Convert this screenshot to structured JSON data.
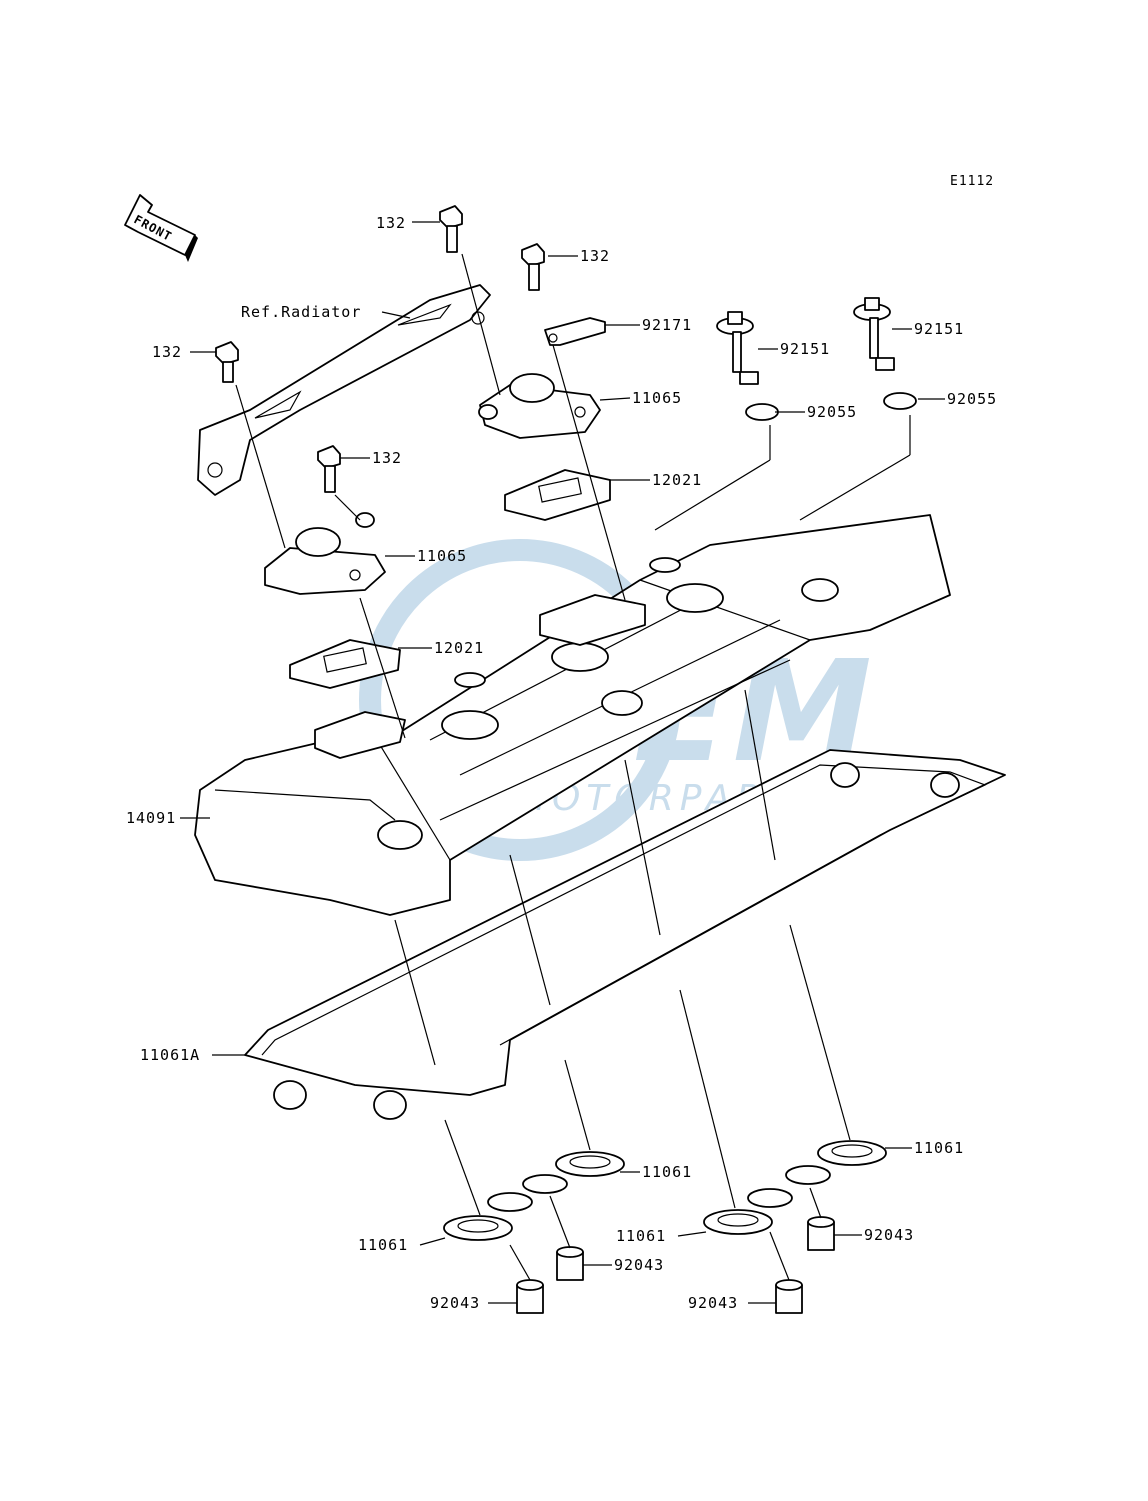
{
  "diagram_code": "E1112",
  "front_arrow_text": "FRONT",
  "watermark": {
    "logo": "OEM",
    "tagline": "MOTORPARTS"
  },
  "labels": {
    "bolt_top": "132",
    "bolt_mid": "132",
    "bolt_left": "132",
    "bolt_small": "132",
    "ref_radiator": "Ref.Radiator",
    "clamp": "92171",
    "bolt_a": "92151",
    "bolt_b": "92151",
    "cap_upper": "11065",
    "cap_lower": "11065",
    "washer_a": "92055",
    "washer_b": "92055",
    "plate_upper": "12021",
    "plate_lower": "12021",
    "cover": "14091",
    "gasket": "11061A",
    "seal_a": "11061",
    "seal_b": "11061",
    "seal_c": "11061",
    "seal_d": "11061",
    "collar_a": "92043",
    "collar_b": "92043",
    "collar_c": "92043",
    "collar_d": "92043"
  }
}
